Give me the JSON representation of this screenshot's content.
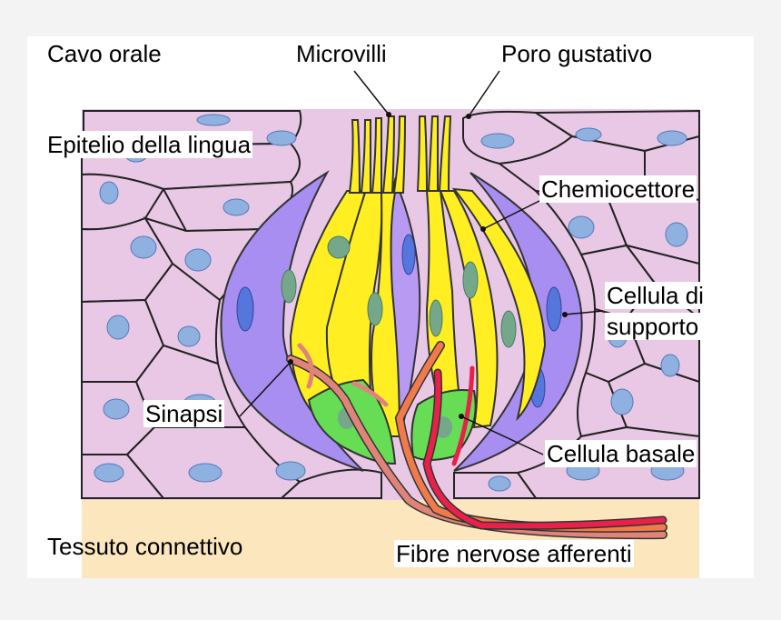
{
  "labels": {
    "cavo_orale": "Cavo orale",
    "microvilli": "Microvilli",
    "poro_gustativo": "Poro gustativo",
    "epitelio": "Epitelio della lingua",
    "chemiocettore": "Chemiocettore",
    "cellula_supporto_1": "Cellula di",
    "cellula_supporto_2": "supporto",
    "sinapsi": "Sinapsi",
    "cellula_basale": "Cellula basale",
    "tessuto": "Tessuto connettivo",
    "fibre": "Fibre nervose afferenti"
  },
  "colors": {
    "epithelium": "#e8c8e4",
    "epithelium_nucleus": "#8fb1e0",
    "connective_tissue": "#fbe6bd",
    "receptor_cell": "#ffee22",
    "receptor_nucleus": "#75a88a",
    "support_cell": "#a78ef0",
    "basal_cell": "#66dd55",
    "nerve_fiber_1": "#e0847a",
    "nerve_fiber_2": "#f07a4a",
    "nerve_fiber_3": "#e8204a"
  }
}
